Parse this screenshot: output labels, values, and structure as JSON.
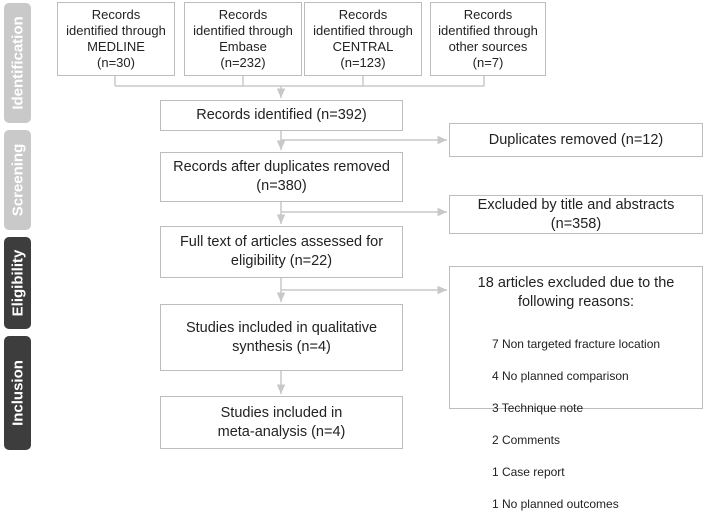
{
  "colors": {
    "stage_light": "#c9c9c9",
    "stage_dark": "#3d3d3d",
    "box_border": "#bdbdbd",
    "connector": "#c8c8c8"
  },
  "stages": {
    "identification": "Identification",
    "screening": "Screening",
    "eligibility": "Eligibility",
    "inclusion": "Inclusion"
  },
  "sources": [
    "Records\nidentified through\nMEDLINE\n(n=30)",
    "Records\nidentified through\nEmbase\n(n=232)",
    "Records\nidentified through\nCENTRAL\n(n=123)",
    "Records\nidentified through\nother sources\n(n=7)"
  ],
  "records_identified": "Records identified (n=392)",
  "duplicates_removed": "Duplicates removed (n=12)",
  "after_duplicates": "Records after duplicates removed\n(n=380)",
  "excluded_title": "Excluded by title and abstracts\n(n=358)",
  "full_text": "Full text of articles assessed for\neligibility (n=22)",
  "excluded_articles": {
    "header": "18 articles excluded due to the\nfollowing reasons:",
    "reasons": [
      "7 Non targeted fracture location",
      "4 No planned comparison",
      "3 Technique note",
      "2 Comments",
      "1 Case report",
      "1 No planned outcomes"
    ]
  },
  "qualitative": "Studies included in qualitative\nsynthesis (n=4)",
  "meta_analysis": "Studies included in\nmeta-analysis (n=4)"
}
